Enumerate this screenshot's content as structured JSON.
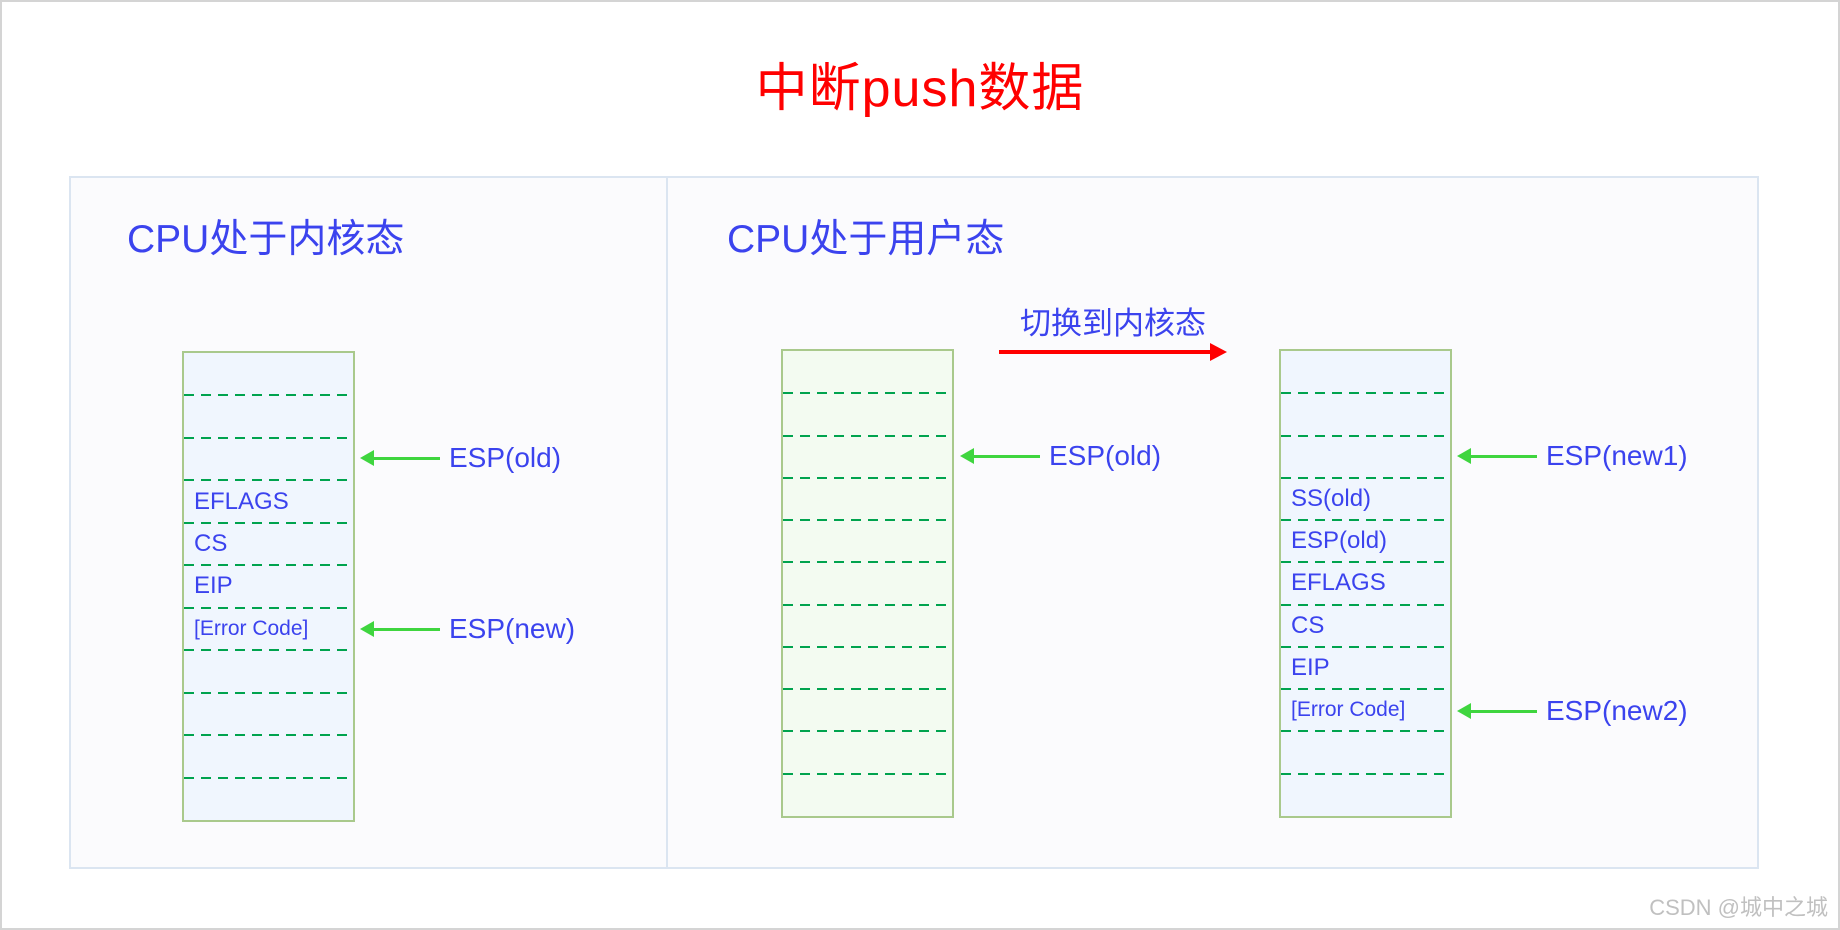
{
  "title": "中断push数据",
  "watermark": "CSDN @城中之城",
  "colors": {
    "red": "#ff0000",
    "blue": "#3b43ee",
    "dash-green": "#00a34e",
    "box-border": "#a9c98c",
    "arrow-green": "#3fd53f",
    "stack-blue-fill": "#f0f6fe",
    "stack-green-fill": "#f3fbf1",
    "panel-border": "#dbe5f1",
    "panel-bg": "#fbfbfd",
    "watermark-gray": "#c0c0c0"
  },
  "kernel_panel": {
    "title": "CPU处于内核态",
    "stack_cells": [
      "",
      "",
      "",
      "EFLAGS",
      "CS",
      "EIP",
      "[Error Code]",
      "",
      "",
      "",
      ""
    ],
    "esp_old_label": "ESP(old)",
    "esp_new_label": "ESP(new)"
  },
  "user_panel": {
    "title": "CPU处于用户态",
    "switch_label": "切换到内核态",
    "user_stack_cells": [
      "",
      "",
      "",
      "",
      "",
      "",
      "",
      "",
      "",
      "",
      ""
    ],
    "esp_old_label": "ESP(old)",
    "kernel_stack_cells": [
      "",
      "",
      "",
      "SS(old)",
      "ESP(old)",
      "EFLAGS",
      "CS",
      "EIP",
      "[Error Code]",
      "",
      ""
    ],
    "esp_new1_label": "ESP(new1)",
    "esp_new2_label": "ESP(new2)"
  }
}
